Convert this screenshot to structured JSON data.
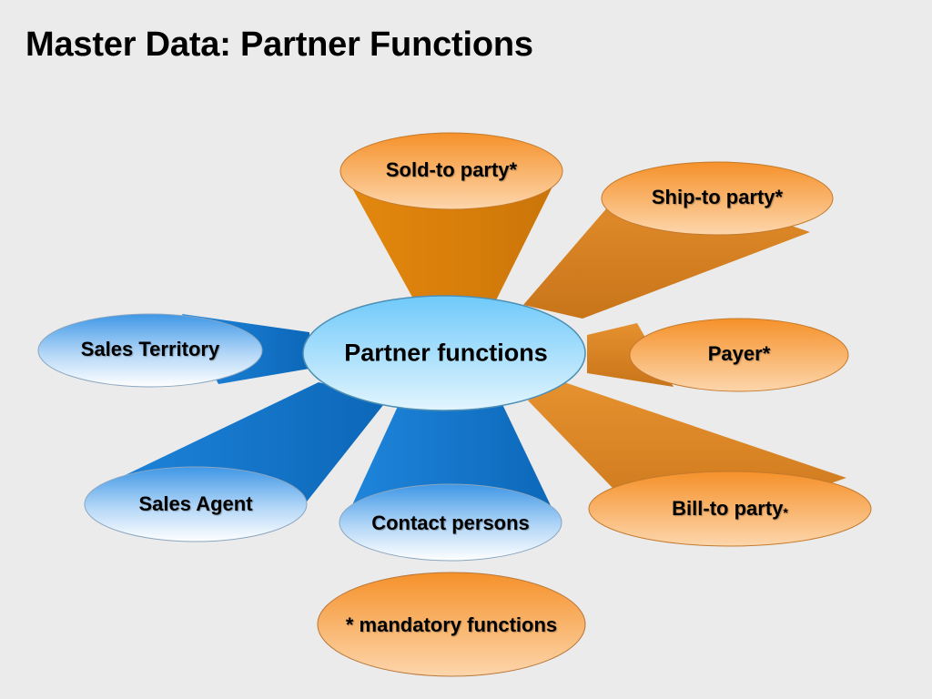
{
  "slide": {
    "title": "Master Data: Partner Functions"
  },
  "center": {
    "label": "Partner functions",
    "color": "#8fd6fb"
  },
  "colors": {
    "orange": "#f39a3c",
    "orange_beam": "#d9821e",
    "blue": "#2c8de0",
    "blue_beam": "#1a7fd6",
    "background": "#ebebeb"
  },
  "mandatory_functions": [
    {
      "id": "sold-to-party",
      "label": "Sold-to party",
      "marker": "*"
    },
    {
      "id": "ship-to-party",
      "label": "Ship-to party",
      "marker": "*"
    },
    {
      "id": "payer",
      "label": "Payer",
      "marker": "*"
    },
    {
      "id": "bill-to-party",
      "label": "Bill-to party",
      "marker": "*"
    }
  ],
  "optional_functions": [
    {
      "id": "sales-territory",
      "label": "Sales Territory"
    },
    {
      "id": "sales-agent",
      "label": "Sales Agent"
    },
    {
      "id": "contact-persons",
      "label": "Contact persons"
    }
  ],
  "legend": {
    "label": "* mandatory functions"
  }
}
